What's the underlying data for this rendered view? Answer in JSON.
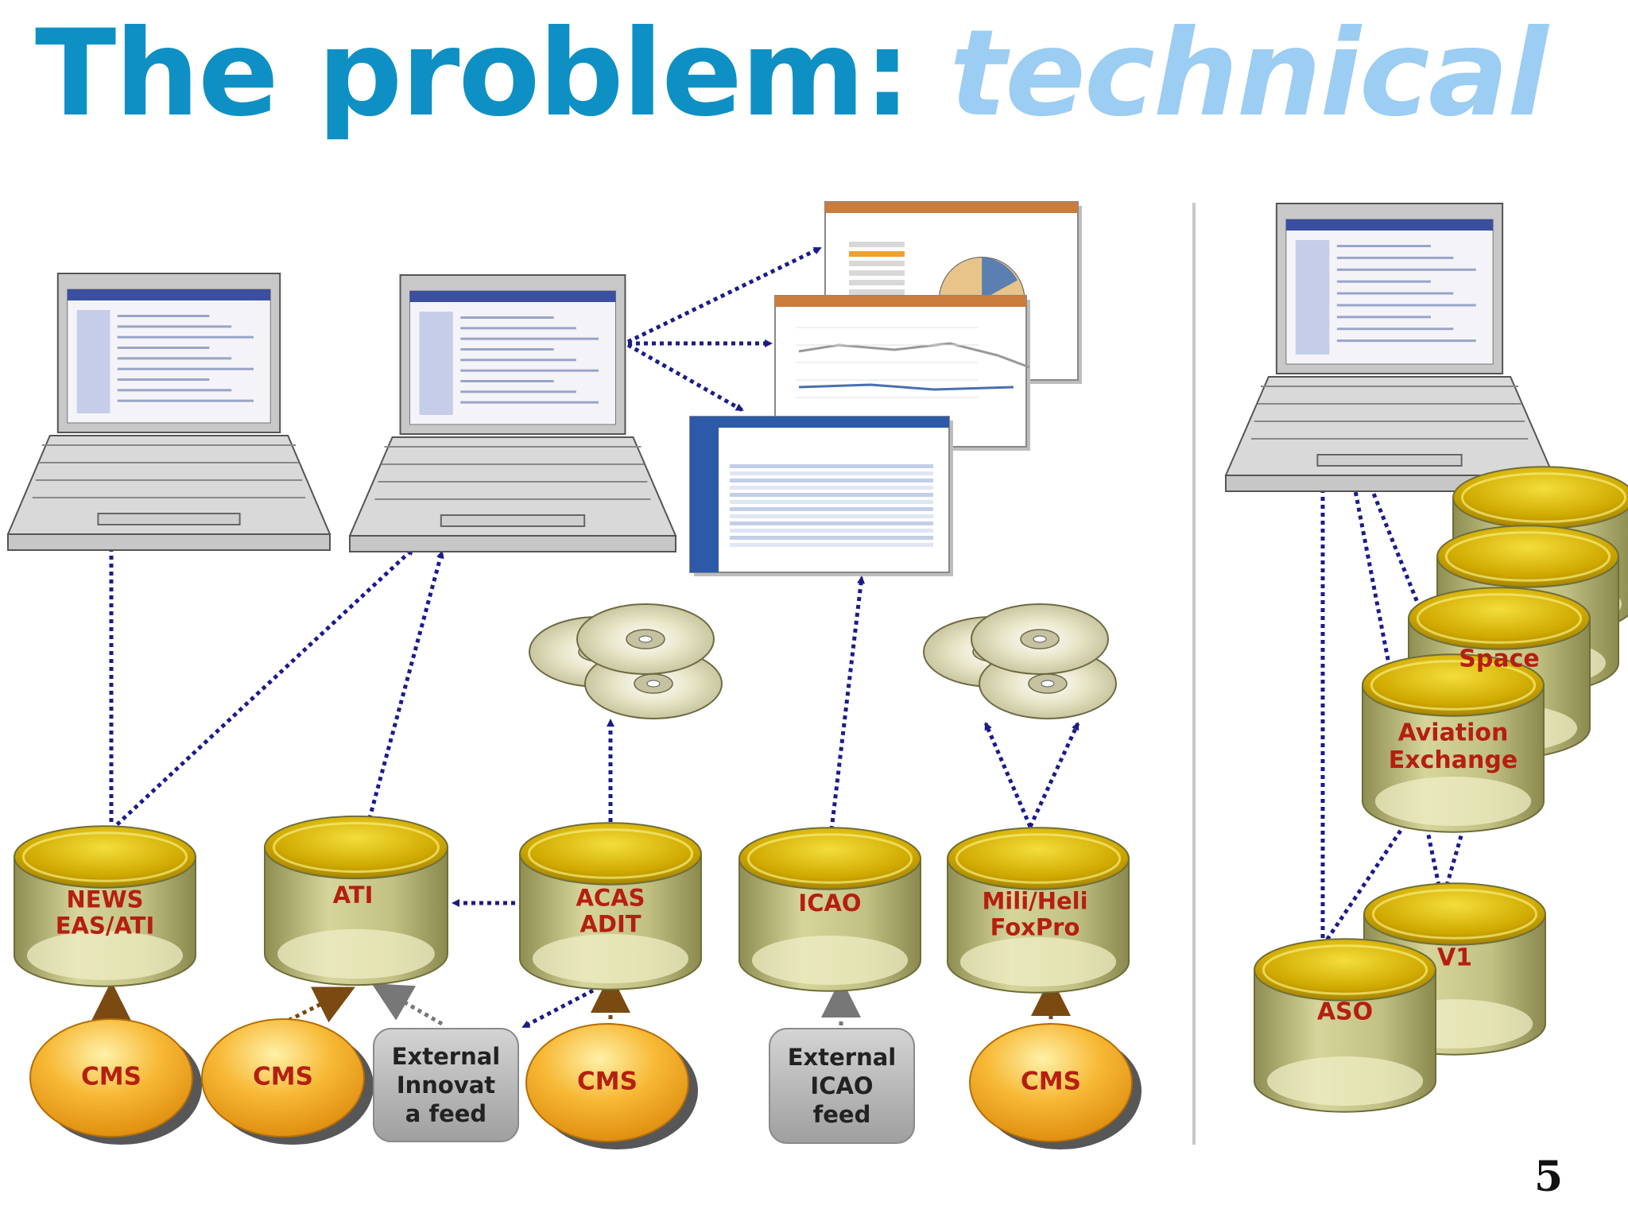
{
  "slide": {
    "title_main": "The problem: ",
    "title_accent": "technical",
    "page_number": "5"
  },
  "colors": {
    "title": "#0f90c4",
    "title_accent": "#9ccdf2",
    "arrow": "#1b1b8a",
    "arrow_brown": "#7a4a10",
    "arrow_gray": "#777777",
    "db_body": "#c9c888",
    "db_top": "#d3b300",
    "cms": "#f4a826",
    "feed": "#b9b9b9"
  },
  "databases": [
    {
      "id": "news",
      "lines": [
        "NEWS",
        "EAS/ATI"
      ]
    },
    {
      "id": "ati",
      "lines": [
        "ATI"
      ]
    },
    {
      "id": "acas",
      "lines": [
        "ACAS",
        "ADIT"
      ]
    },
    {
      "id": "icao",
      "lines": [
        "ICAO"
      ]
    },
    {
      "id": "mili",
      "lines": [
        "Mili/Heli",
        "FoxPro"
      ]
    },
    {
      "id": "space",
      "lines": [
        "Space"
      ]
    },
    {
      "id": "avex",
      "lines": [
        "Aviation",
        "Exchange"
      ]
    },
    {
      "id": "v1",
      "lines": [
        "V1"
      ]
    },
    {
      "id": "aso",
      "lines": [
        "ASO"
      ]
    }
  ],
  "cms_nodes": [
    {
      "id": "cms1",
      "label": "CMS"
    },
    {
      "id": "cms2",
      "label": "CMS"
    },
    {
      "id": "cms3",
      "label": "CMS"
    },
    {
      "id": "cms4",
      "label": "CMS"
    }
  ],
  "feeds": [
    {
      "id": "feed-innovata",
      "lines": [
        "External",
        "Innovat",
        "a feed"
      ]
    },
    {
      "id": "feed-icao",
      "lines": [
        "External",
        "ICAO",
        "feed"
      ]
    }
  ],
  "icons": {
    "laptop": "laptop-icon",
    "cd": "cd-stack-icon",
    "screenshot": "web-page-screenshot",
    "database": "database-cylinder-icon"
  }
}
